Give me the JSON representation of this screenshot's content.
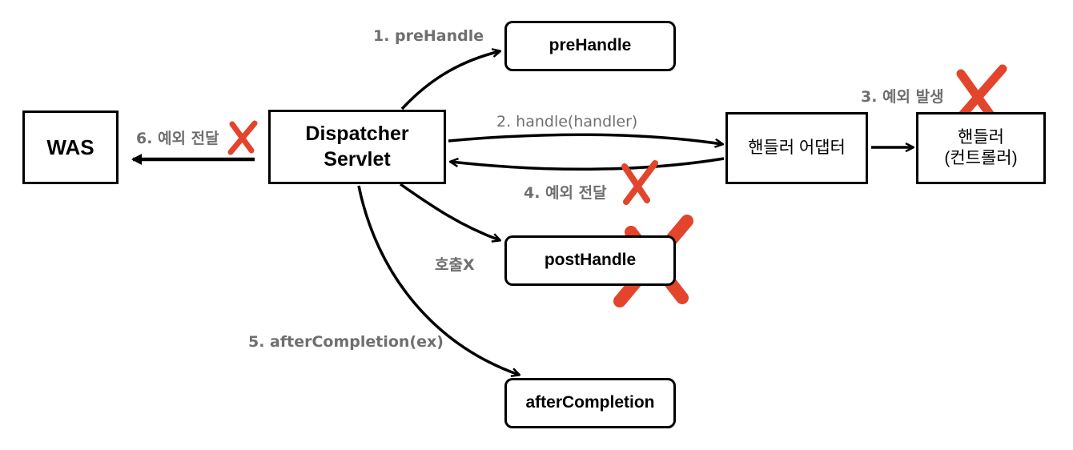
{
  "nodes": {
    "was": "WAS",
    "dispatcher": "Dispatcher\nServlet",
    "prehandle": "preHandle",
    "posthandle": "postHandle",
    "aftercompletion": "afterCompletion",
    "adapter": "핸들러 어댑터",
    "handler": "핸들러\n(컨트롤러)"
  },
  "labels": {
    "step1": "1. preHandle",
    "step2": "2. handle(handler)",
    "step3": "3. 예외 발생",
    "step4": "4. 예외 전달",
    "step5": "5. afterCompletion(ex)",
    "step6": "6. 예외 전달",
    "not_called": "호출X"
  },
  "colors": {
    "cross": "#e2452b",
    "label": "#6f6f6f",
    "line": "#000000"
  }
}
